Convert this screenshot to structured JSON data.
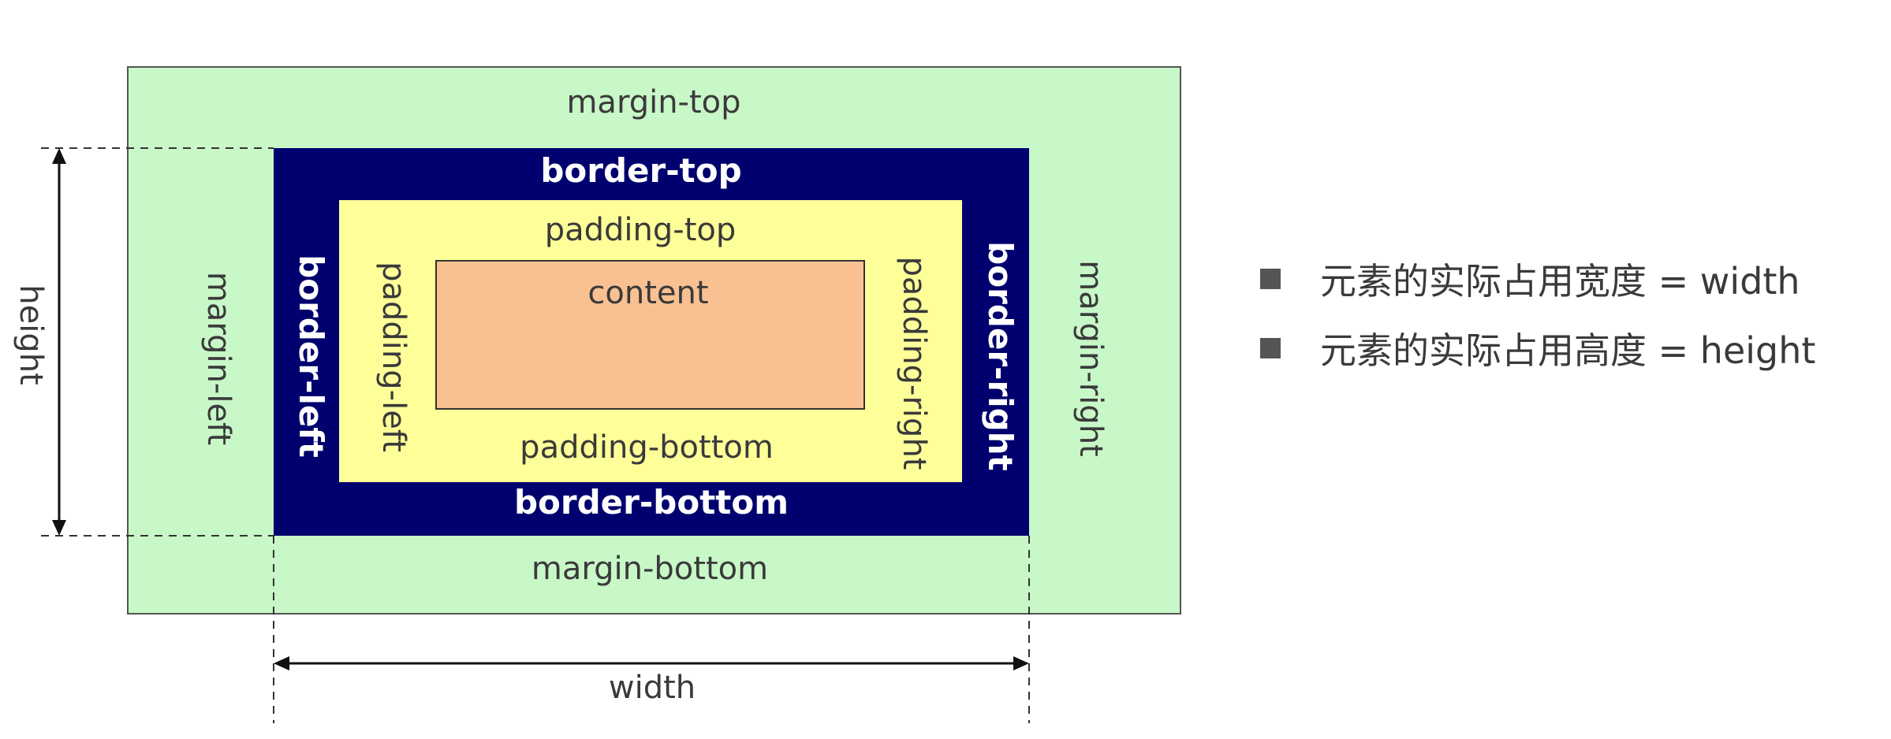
{
  "diagram": {
    "margin_top": "margin-top",
    "margin_bottom": "margin-bottom",
    "margin_left": "margin-left",
    "margin_right": "margin-right",
    "border_top": "border-top",
    "border_bottom": "border-bottom",
    "border_left": "border-left",
    "border_right": "border-right",
    "padding_top": "padding-top",
    "padding_bottom": "padding-bottom",
    "padding_left": "padding-left",
    "padding_right": "padding-right",
    "content": "content",
    "height_label": "height",
    "width_label": "width"
  },
  "colors": {
    "margin_fill": "#c8f7c8",
    "border_fill": "#00006e",
    "padding_fill": "#ffff99",
    "content_fill": "#f9c192",
    "margin_text": "#3a3a3a",
    "border_text": "#ffffff",
    "padding_text": "#3a3a3a",
    "bullet_square": "#555555"
  },
  "bullets": [
    {
      "text": "元素的实际占用宽度 = width"
    },
    {
      "text": "元素的实际占用高度 = height"
    }
  ]
}
